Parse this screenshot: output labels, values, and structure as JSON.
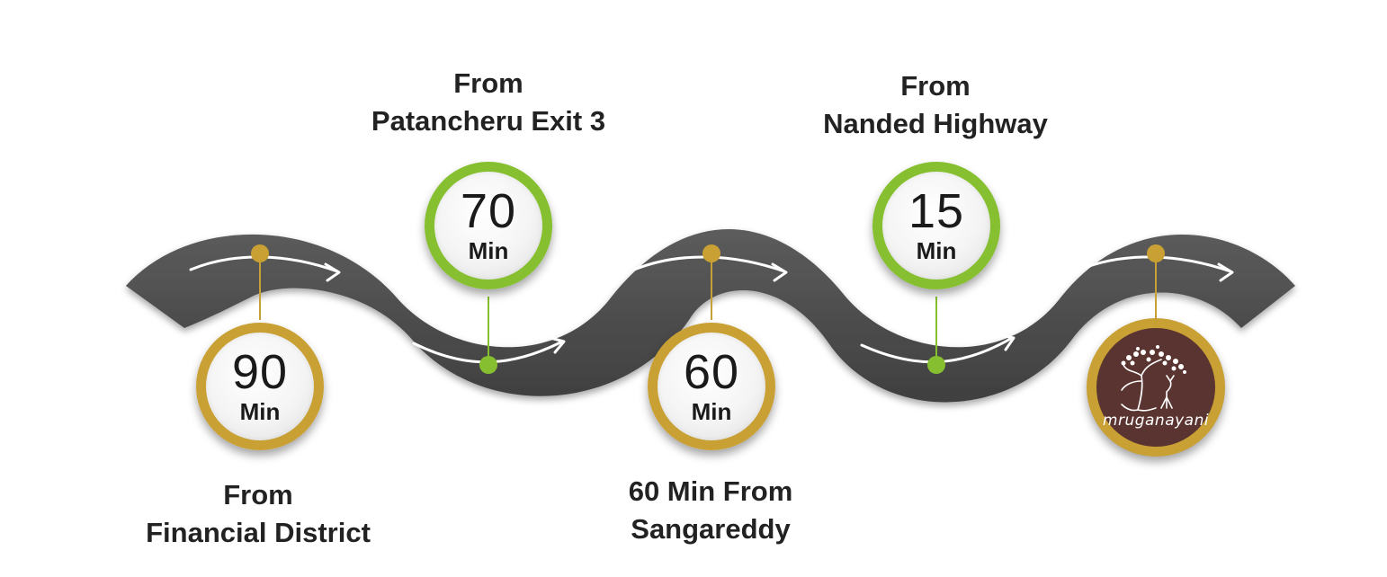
{
  "stops": [
    {
      "value": "90",
      "unit": "Min",
      "caption_line1": "From",
      "caption_line2": "Financial District"
    },
    {
      "value": "70",
      "unit": "Min",
      "caption_line1": "From",
      "caption_line2": "Patancheru Exit 3"
    },
    {
      "value": "60",
      "unit": "Min",
      "caption_line1": "60 Min From",
      "caption_line2": "Sangareddy"
    },
    {
      "value": "15",
      "unit": "Min",
      "caption_line1": "From",
      "caption_line2": "Nanded Highway"
    }
  ],
  "logo": {
    "name": "mruganayani"
  },
  "colors": {
    "road": "#4d4d4d",
    "gold": "#c9a034",
    "green": "#86bf2f",
    "logo_bg": "#5a3430",
    "text": "#222222"
  },
  "icons": [
    "road-arrow-icon",
    "tree-deer-logo-icon"
  ]
}
